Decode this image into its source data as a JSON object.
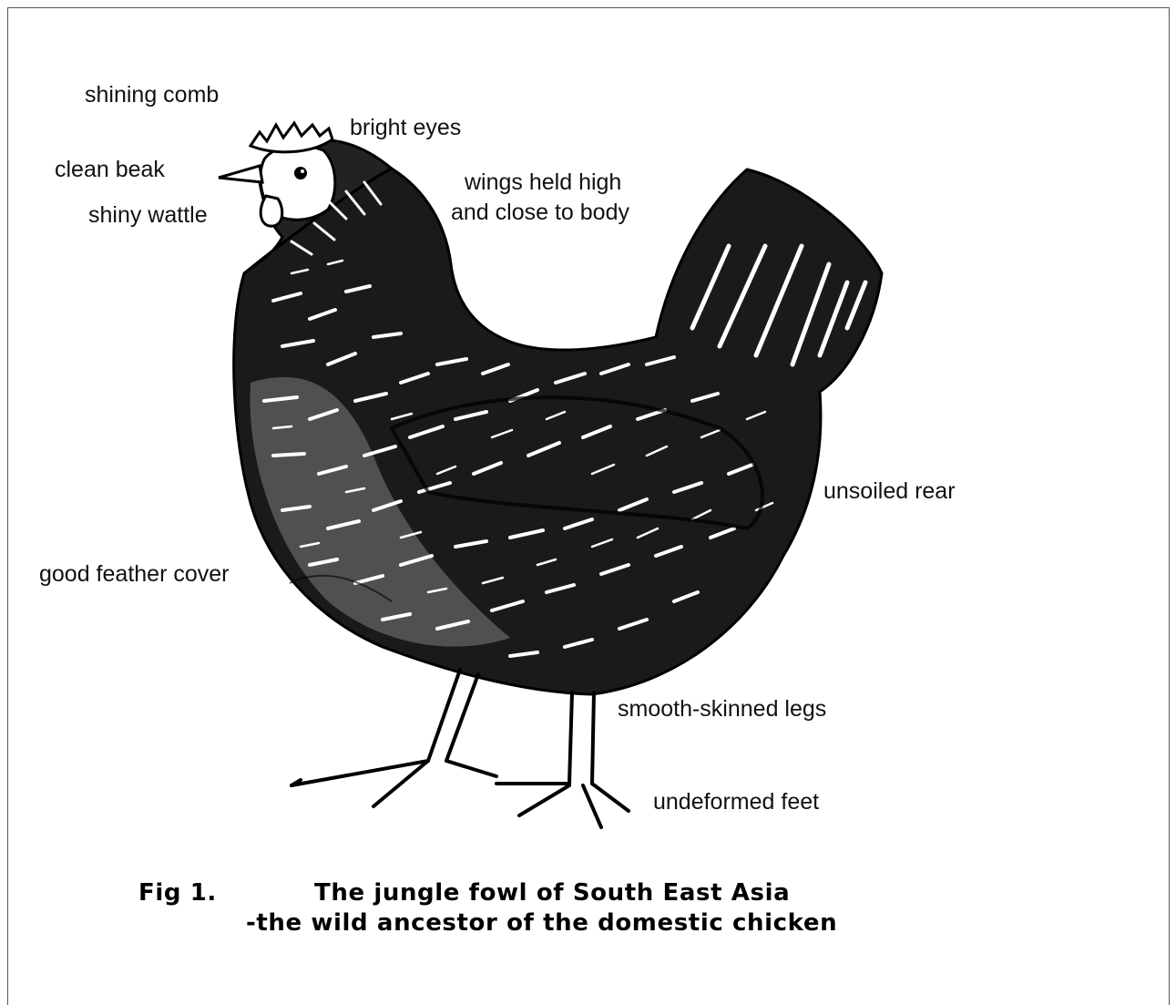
{
  "labels": {
    "shining_comb": "shining comb",
    "bright_eyes": "bright eyes",
    "clean_beak": "clean beak",
    "shiny_wattle": "shiny wattle",
    "wings_line1": "wings held high",
    "wings_line2": "and close to body",
    "unsoiled_rear": "unsoiled rear",
    "good_feather_cover": "good feather cover",
    "smooth_legs": "smooth-skinned legs",
    "undeformed_feet": "undeformed feet"
  },
  "caption": {
    "fig_number": "Fig 1.",
    "title_line1": "The jungle fowl of South East Asia",
    "title_line2": "-the wild ancestor of the domestic chicken"
  },
  "colors": {
    "ink": "#000000",
    "paper": "#ffffff"
  }
}
